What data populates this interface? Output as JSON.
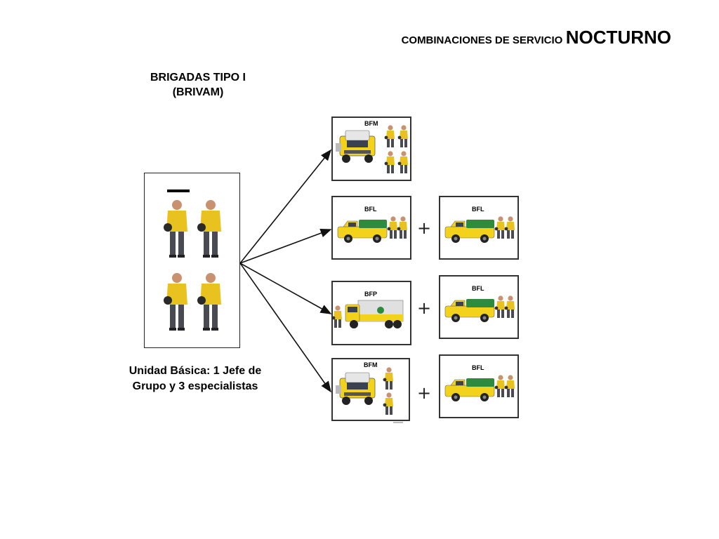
{
  "title": {
    "small": "COMBINACIONES DE SERVICIO",
    "big": "NOCTURNO"
  },
  "brigade": {
    "line1": "BRIGADAS TIPO I",
    "line2": "(BRIVAM)"
  },
  "unit": {
    "caption_line1": "Unidad Básica: 1 Jefe de",
    "caption_line2": "Grupo y 3 especialistas"
  },
  "options": [
    {
      "vehicle": "BFM",
      "crew": 4,
      "plus": "",
      "second": null
    },
    {
      "vehicle": "BFL",
      "crew": 2,
      "plus": "+",
      "second": {
        "vehicle": "BFL",
        "crew": 2
      }
    },
    {
      "vehicle": "BFP",
      "crew": 1,
      "plus": "+",
      "second": {
        "vehicle": "BFL",
        "crew": 2
      }
    },
    {
      "vehicle": "BFM",
      "crew": 2,
      "plus": "+",
      "second": {
        "vehicle": "BFL",
        "crew": 2
      }
    }
  ],
  "colors": {
    "uniform": "#e8c21e",
    "truck": "#f2d21a",
    "canvas": "#2f8a3c",
    "trousers": "#4a4a52",
    "skin": "#c89270"
  }
}
